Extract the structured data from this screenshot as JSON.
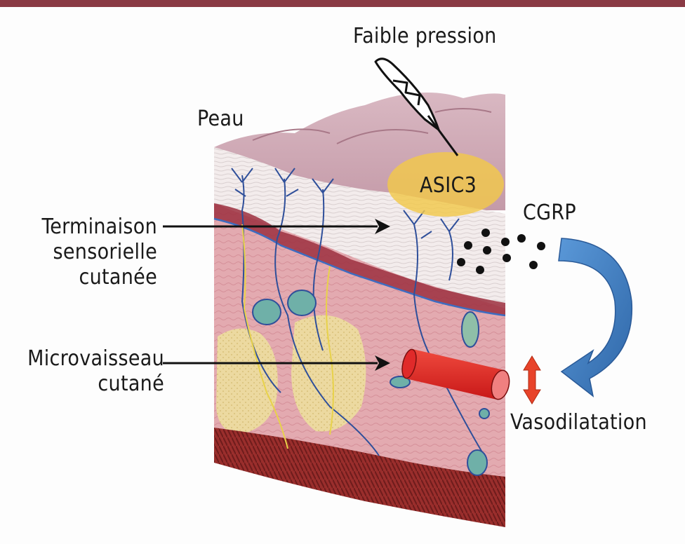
{
  "labels": {
    "faible_pression": "Faible pression",
    "peau": "Peau",
    "asic3": "ASIC3",
    "cgrp": "CGRP",
    "terminaison": [
      "Terminaison",
      "sensorielle",
      "cutanée"
    ],
    "microvaisseau": [
      "Microvaisseau",
      "cutané"
    ],
    "vasodilatation": "Vasodilatation"
  },
  "colors": {
    "top_bar": "#8a3a44",
    "asic3_highlight": "#f1c84a",
    "vessel": "#e0262a",
    "cgrp_arrow": "#3a78b8",
    "vasodilatation_arrow": "#e8432a"
  }
}
